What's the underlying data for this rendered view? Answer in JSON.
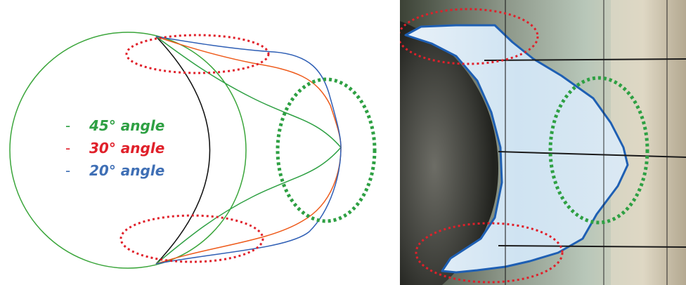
{
  "legend": {
    "items": [
      {
        "dash": "-",
        "label": "45° angle",
        "color": "#2ea043"
      },
      {
        "dash": "-",
        "label": "30° angle",
        "color": "#e0202a"
      },
      {
        "dash": "-",
        "label": "20° angle",
        "color": "#3f6fb5"
      }
    ]
  },
  "colors": {
    "circle_outline": "#3aa53a",
    "curve_45": "#2ea043",
    "curve_30": "#ee5a1a",
    "curve_20": "#2f5fb5",
    "black_arc": "#111111",
    "red_ellipse": "#e0202a",
    "green_ellipse": "#2ea043",
    "photo_outline": "#1e5fb3",
    "ice_fill": "#cfe3f2"
  }
}
